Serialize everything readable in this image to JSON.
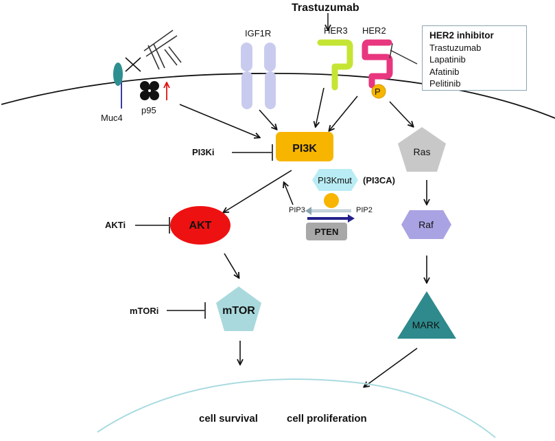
{
  "top_drug": "Trastuzumab",
  "receptors": {
    "igf1r": "IGF1R",
    "her3": "HER3",
    "her2": "HER2",
    "muc4": "Muc4",
    "p95": "p95",
    "phospho": "P"
  },
  "inhibitor_box": {
    "title": "HER2 inhibitor",
    "items": [
      "Trastuzumab",
      "Lapatinib",
      "Afatinib",
      "Pelitinib"
    ]
  },
  "nodes": {
    "pi3k": "PI3K",
    "pi3kmut": "PI3Kmut",
    "pi3ca": "(PI3CA)",
    "pip3": "PIP3",
    "pip2": "PIP2",
    "pten": "PTEN",
    "akt": "AKT",
    "mtor": "mTOR",
    "ras": "Ras",
    "raf": "Raf",
    "mark": "MARK"
  },
  "inhibitors": {
    "pi3ki": "PI3Ki",
    "akti": "AKTi",
    "mtori": "mTORi"
  },
  "outcomes": {
    "survival": "cell survival",
    "proliferation": "cell proliferation"
  },
  "colors": {
    "pi3k": "#f7b500",
    "akt": "#ee1111",
    "mtor": "#a9d9dc",
    "ras": "#c8c8c8",
    "raf": "#a9a3e3",
    "mark": "#2e8a8c",
    "pi3kmut": "#b9ecf4",
    "pten": "#a8a8a8",
    "her3": "#c5e534",
    "her2": "#e8367f",
    "igf1r": "#c9cbee",
    "muc4": "#2e8f90",
    "membrane": "#111111",
    "outcome_curve": "#a9dbe0"
  }
}
